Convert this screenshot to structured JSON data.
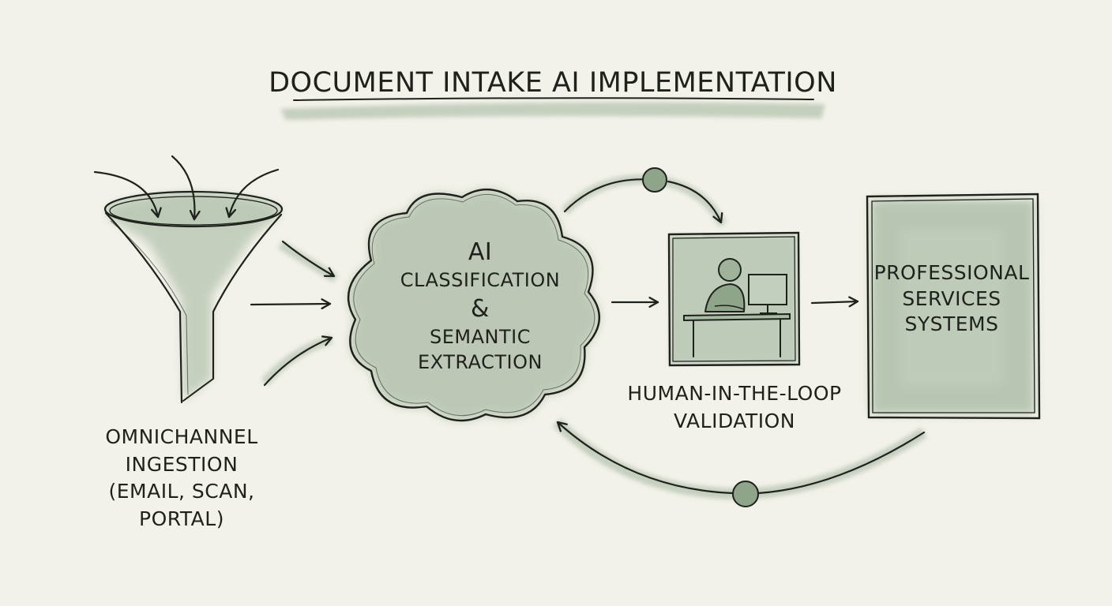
{
  "title": "DOCUMENT INTAKE AI IMPLEMENTATION",
  "nodes": {
    "ingestion": {
      "line1": "OMNICHANNEL",
      "line2": "INGESTION",
      "line3": "(EMAIL, SCAN, PORTAL)"
    },
    "ai": {
      "line1": "AI",
      "line2": "CLASSIFICATION",
      "line3": "&",
      "line4": "SEMANTIC",
      "line5": "EXTRACTION"
    },
    "hitl": {
      "line1": "HUMAN-IN-THE-LOOP",
      "line2": "VALIDATION"
    },
    "systems": {
      "line1": "PROFESSIONAL",
      "line2": "SERVICES",
      "line3": "SYSTEMS"
    }
  },
  "colors": {
    "background": "#f3f2ea",
    "ink": "#1f211c",
    "wash": "#9fb39a",
    "wash_dark": "#7e9679"
  },
  "icons": [
    "funnel-icon",
    "cloud-icon",
    "person-at-computer-icon",
    "document-panel-icon",
    "loop-arrow-icon"
  ]
}
